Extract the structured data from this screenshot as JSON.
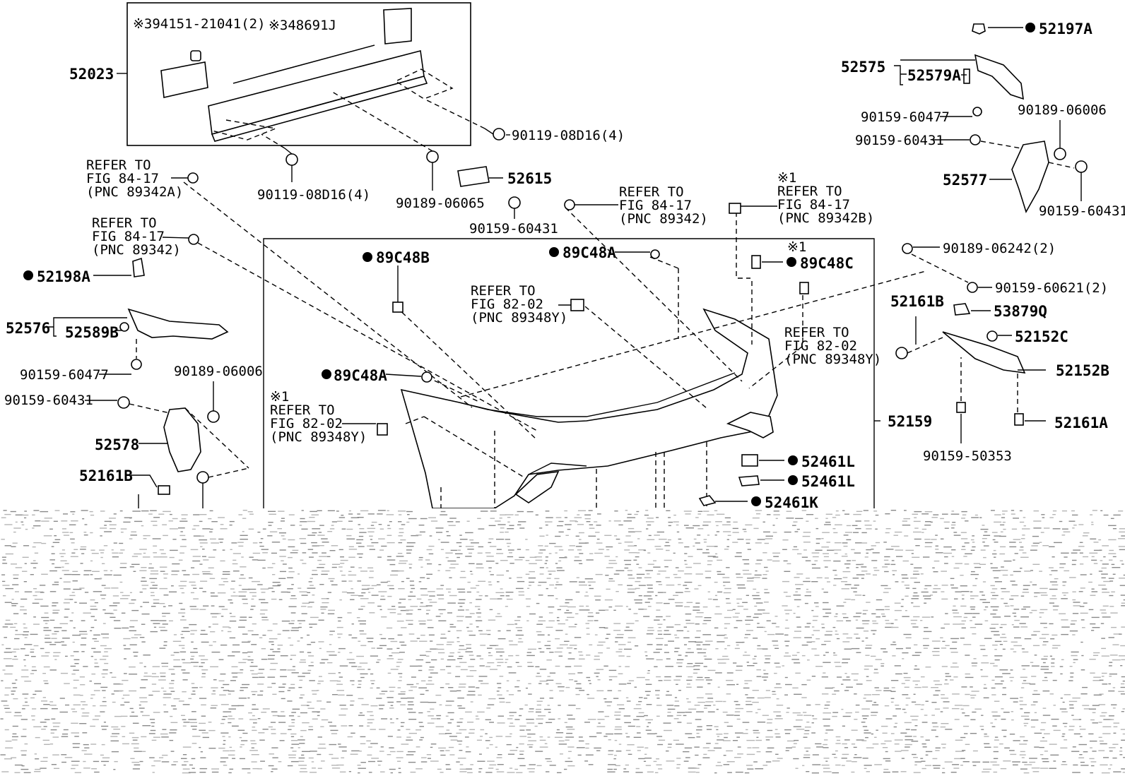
{
  "diagram": {
    "parts": {
      "p52023": "52023",
      "p394151": "※394151-21041(2)",
      "p348691": "※348691J",
      "p901190816a": "90119-08D16(4)",
      "p901190816b": "90119-08D16(4)",
      "p9018906065": "90189-06065",
      "p52615": "52615",
      "p9015960431a": "90159-60431",
      "p52197A": "52197A",
      "p52575": "52575",
      "p52579A": "52579A",
      "p9015960477a": "90159-60477",
      "p9018906006a": "90189-06006",
      "p9015960431b": "90159-60431",
      "p52577": "52577",
      "p9015960431c": "90159-60431",
      "p89C48B": "89C48B",
      "p89C48A1": "89C48A",
      "p89C48C": "89C48C",
      "p9018906242": "90189-06242(2)",
      "p9015960621": "90159-60621(2)",
      "p52161B1": "52161B",
      "p53879Q": "53879Q",
      "p52152C": "52152C",
      "p52152B": "52152B",
      "p52161A": "52161A",
      "p9015950353": "90159-50353",
      "p52159": "52159",
      "p52461L1": "52461L",
      "p52461L2": "52461L",
      "p52461K": "52461K",
      "p52198A": "52198A",
      "p52576": "52576",
      "p52589B": "52589B",
      "p9015960477b": "90159-60477",
      "p9018906006b": "90189-06006",
      "p9015960431d": "90159-60431",
      "p52578": "52578",
      "p52161B2": "52161B",
      "p89C48A2": "89C48A"
    },
    "refs": {
      "r1": [
        "REFER TO",
        "FIG 84-17",
        "(PNC 89342A)"
      ],
      "r2": [
        "REFER TO",
        "FIG 84-17",
        "(PNC 89342)"
      ],
      "r3": [
        "REFER TO",
        "FIG 84-17",
        "(PNC 89342)"
      ],
      "r4": [
        "※1",
        "REFER TO",
        "FIG 84-17",
        "(PNC 89342B)"
      ],
      "r5": [
        "REFER TO",
        "FIG 82-02",
        "(PNC 89348Y)"
      ],
      "r6": [
        "REFER TO",
        "FIG 82-02",
        "(PNC 89348Y)"
      ],
      "r7": [
        "※1",
        "REFER TO",
        "FIG 82-02",
        "(PNC 89348Y)"
      ]
    },
    "note_mark": "※1"
  }
}
